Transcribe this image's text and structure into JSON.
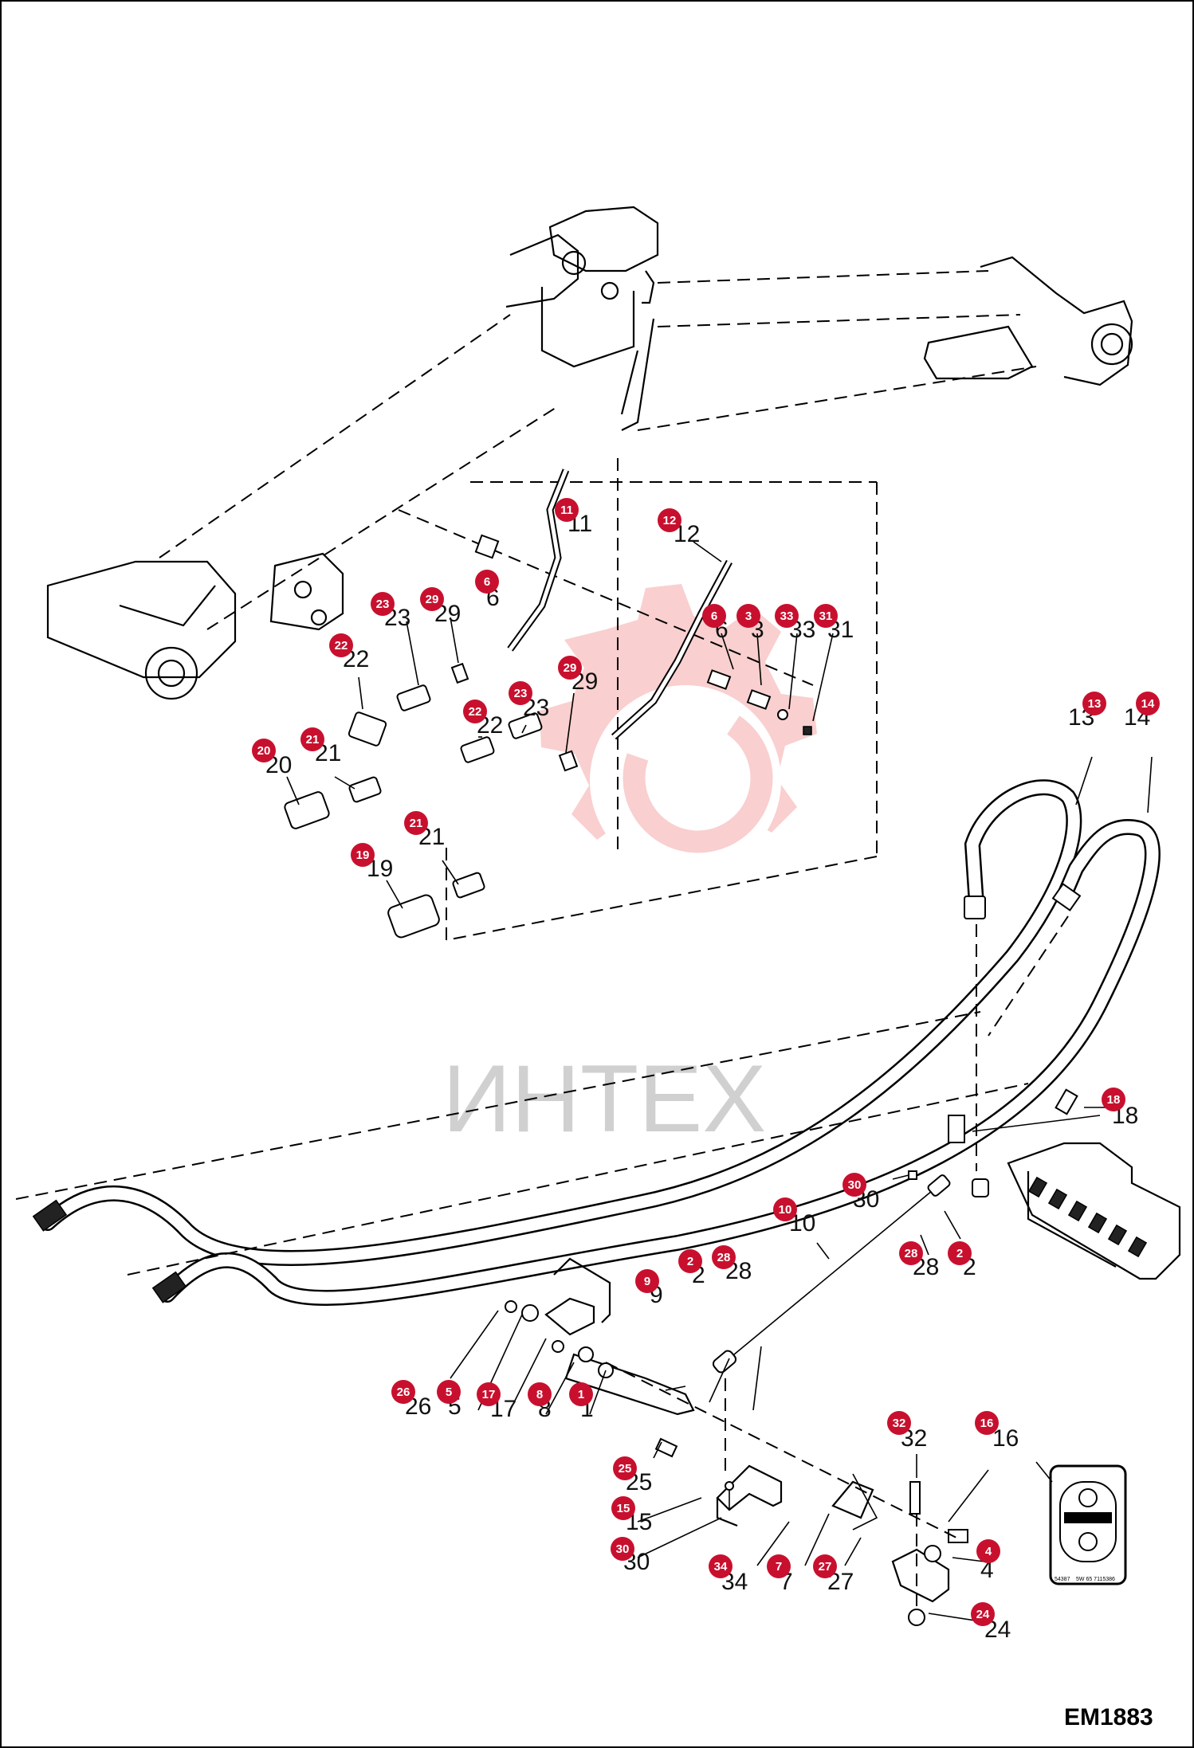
{
  "diagram_code": "EM1883",
  "watermark_text": "ИНТЕХ",
  "decal_text": [
    "54387",
    "5W 65 7115386"
  ],
  "colors": {
    "badge": "#c8102e",
    "watermark": "#f4a0a0",
    "line": "#000000"
  },
  "callouts": [
    {
      "n": "11"
    },
    {
      "n": "6"
    },
    {
      "n": "12"
    },
    {
      "n": "6"
    },
    {
      "n": "3"
    },
    {
      "n": "33"
    },
    {
      "n": "31"
    },
    {
      "n": "23"
    },
    {
      "n": "29"
    },
    {
      "n": "22"
    },
    {
      "n": "22"
    },
    {
      "n": "23"
    },
    {
      "n": "29"
    },
    {
      "n": "20"
    },
    {
      "n": "21"
    },
    {
      "n": "21"
    },
    {
      "n": "19"
    },
    {
      "n": "13"
    },
    {
      "n": "14"
    },
    {
      "n": "18"
    },
    {
      "n": "30"
    },
    {
      "n": "10"
    },
    {
      "n": "28"
    },
    {
      "n": "2"
    },
    {
      "n": "9"
    },
    {
      "n": "2"
    },
    {
      "n": "28"
    },
    {
      "n": "26"
    },
    {
      "n": "5"
    },
    {
      "n": "17"
    },
    {
      "n": "8"
    },
    {
      "n": "1"
    },
    {
      "n": "25"
    },
    {
      "n": "15"
    },
    {
      "n": "30"
    },
    {
      "n": "34"
    },
    {
      "n": "7"
    },
    {
      "n": "27"
    },
    {
      "n": "32"
    },
    {
      "n": "16"
    },
    {
      "n": "4"
    },
    {
      "n": "24"
    }
  ]
}
